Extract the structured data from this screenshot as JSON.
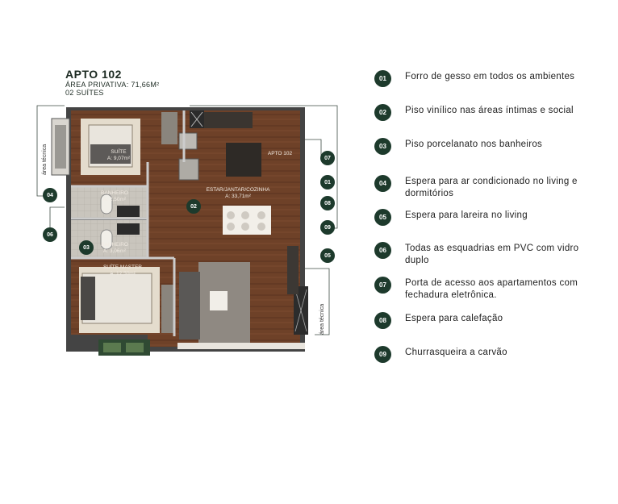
{
  "header": {
    "title": "APTO 102",
    "area": "ÁREA PRIVATIVA: 71,66M²",
    "suites": "02 SUÍTES"
  },
  "plan": {
    "rooms": {
      "suite": {
        "name": "SUÍTE",
        "area": "A: 9,07m²"
      },
      "banheiro1": {
        "name": "BANHEIRO",
        "area": "A: 2,50m²"
      },
      "banheiro2": {
        "name": "BANHEIRO",
        "area": "A: 3,06m²"
      },
      "suite_master": {
        "name": "SUÍTE MASTER",
        "area": "A: 12,50m²"
      },
      "estar": {
        "name": "ESTAR/JANTAR/COZINHA",
        "area": "A: 33,71m²"
      },
      "apto": "APTO 102"
    },
    "area_tecnica": "área técnica",
    "markers": [
      "04",
      "06",
      "03",
      "02",
      "07",
      "01",
      "08",
      "09",
      "05"
    ]
  },
  "legend": [
    {
      "num": "01",
      "text": "Forro de gesso em todos os ambientes"
    },
    {
      "num": "02",
      "text": "Piso vinílico nas áreas íntimas e social"
    },
    {
      "num": "03",
      "text": "Piso porcelanato nos banheiros"
    },
    {
      "num": "04",
      "text": "Espera para ar condicionado no living e dormitórios"
    },
    {
      "num": "05",
      "text": "Espera para lareira no living"
    },
    {
      "num": "06",
      "text": "Todas as esquadrias em PVC com vidro duplo"
    },
    {
      "num": "07",
      "text": "Porta de acesso aos apartamentos com fechadura eletrônica."
    },
    {
      "num": "08",
      "text": "Espera para calefação"
    },
    {
      "num": "09",
      "text": "Churrasqueira a carvão"
    }
  ]
}
